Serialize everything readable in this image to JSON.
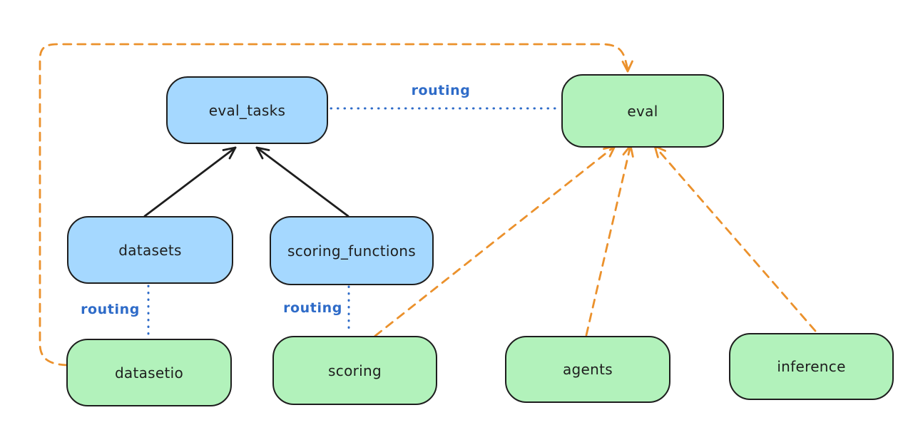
{
  "diagram": {
    "background": "#ffffff",
    "colors": {
      "node_border": "#1e1e1e",
      "blue_node_fill": "#a5d8ff",
      "green_node_fill": "#b2f2bb",
      "routing_blue": "#2e6bc8",
      "orange_dashed": "#eb912c",
      "solid_arrow_black": "#1e1e1e"
    },
    "nodes": [
      {
        "id": "eval_tasks",
        "label": "eval_tasks",
        "color": "blue"
      },
      {
        "id": "eval",
        "label": "eval",
        "color": "green"
      },
      {
        "id": "datasets",
        "label": "datasets",
        "color": "blue"
      },
      {
        "id": "scoring_functions",
        "label": "scoring_functions",
        "color": "blue"
      },
      {
        "id": "datasetio",
        "label": "datasetio",
        "color": "green"
      },
      {
        "id": "scoring",
        "label": "scoring",
        "color": "green"
      },
      {
        "id": "agents",
        "label": "agents",
        "color": "green"
      },
      {
        "id": "inference",
        "label": "inference",
        "color": "green"
      }
    ],
    "edge_labels": [
      {
        "text": "routing"
      },
      {
        "text": "routing"
      },
      {
        "text": "routing"
      }
    ],
    "edges": [
      {
        "from": "datasets",
        "to": "eval_tasks",
        "style": "solid-black-arrow"
      },
      {
        "from": "scoring_functions",
        "to": "eval_tasks",
        "style": "solid-black-arrow"
      },
      {
        "from": "eval_tasks",
        "to": "eval",
        "style": "dotted-blue",
        "label": "routing"
      },
      {
        "from": "datasets",
        "to": "datasetio",
        "style": "dotted-blue",
        "label": "routing"
      },
      {
        "from": "scoring_functions",
        "to": "scoring",
        "style": "dotted-blue",
        "label": "routing"
      },
      {
        "from": "datasetio",
        "to": "eval",
        "style": "dashed-orange-arrow-loop"
      },
      {
        "from": "scoring",
        "to": "eval",
        "style": "dashed-orange-arrow"
      },
      {
        "from": "agents",
        "to": "eval",
        "style": "dashed-orange-arrow"
      },
      {
        "from": "inference",
        "to": "eval",
        "style": "dashed-orange-arrow"
      }
    ]
  }
}
